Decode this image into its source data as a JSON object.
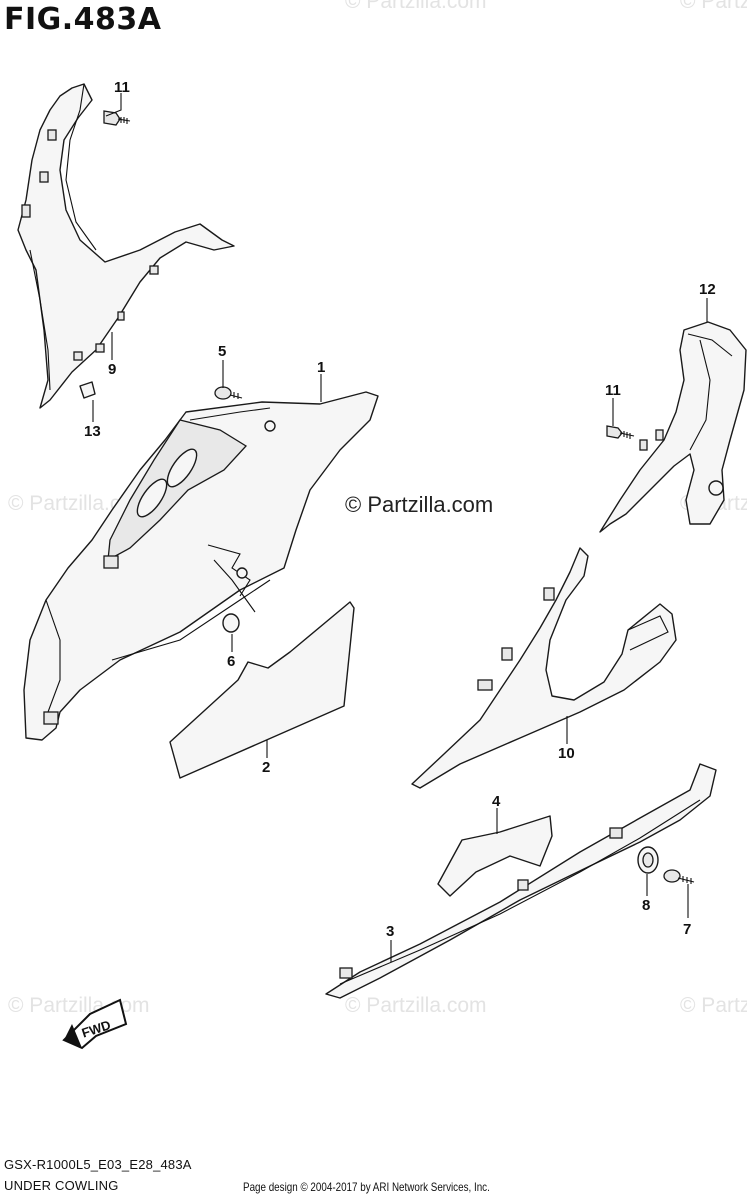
{
  "figure": {
    "title": "FIG.483A"
  },
  "callouts": [
    {
      "id": "11a",
      "label": "11"
    },
    {
      "id": "9",
      "label": "9"
    },
    {
      "id": "13",
      "label": "13"
    },
    {
      "id": "5",
      "label": "5"
    },
    {
      "id": "1",
      "label": "1"
    },
    {
      "id": "6",
      "label": "6"
    },
    {
      "id": "2",
      "label": "2"
    },
    {
      "id": "12",
      "label": "12"
    },
    {
      "id": "11b",
      "label": "11"
    },
    {
      "id": "10",
      "label": "10"
    },
    {
      "id": "4",
      "label": "4"
    },
    {
      "id": "8",
      "label": "8"
    },
    {
      "id": "7",
      "label": "7"
    },
    {
      "id": "3",
      "label": "3"
    }
  ],
  "watermark": {
    "main": "© Partzilla.com",
    "faint": "© Partzilla.com"
  },
  "direction_arrow": {
    "label": "FWD"
  },
  "footer": {
    "model_code": "GSX-R1000L5_E03_E28_483A",
    "section_name": "UNDER COWLING",
    "credit": "Page design © 2004-2017 by ARI Network Services, Inc."
  },
  "colors": {
    "line": "#1a1a1a",
    "part_fill": "#f6f6f6",
    "watermark": "#e3e3e3"
  }
}
